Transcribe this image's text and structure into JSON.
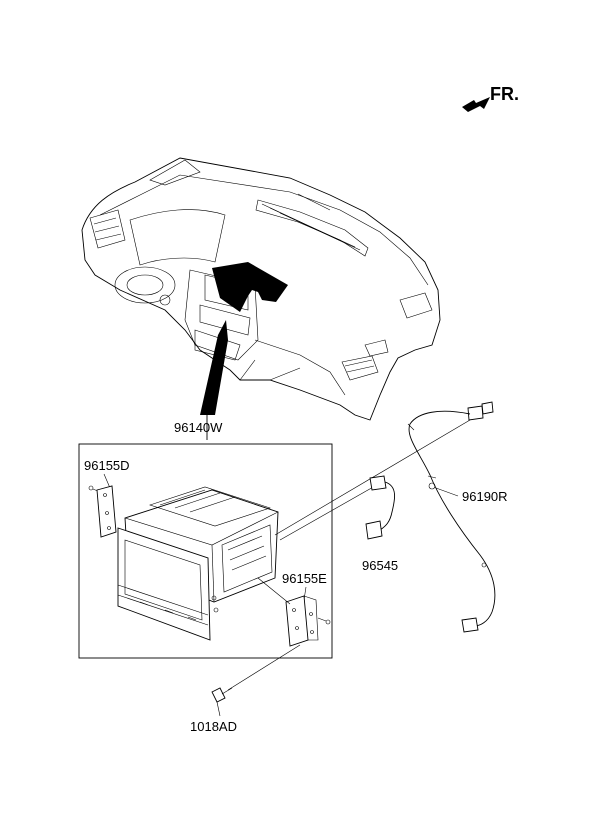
{
  "direction": {
    "label": "FR."
  },
  "parts": {
    "head_unit_assy": "96140W",
    "bracket_left": "96155D",
    "bracket_right": "96155E",
    "cable_usb": "96545",
    "cable_extension": "96190R",
    "screw": "1018AD"
  }
}
